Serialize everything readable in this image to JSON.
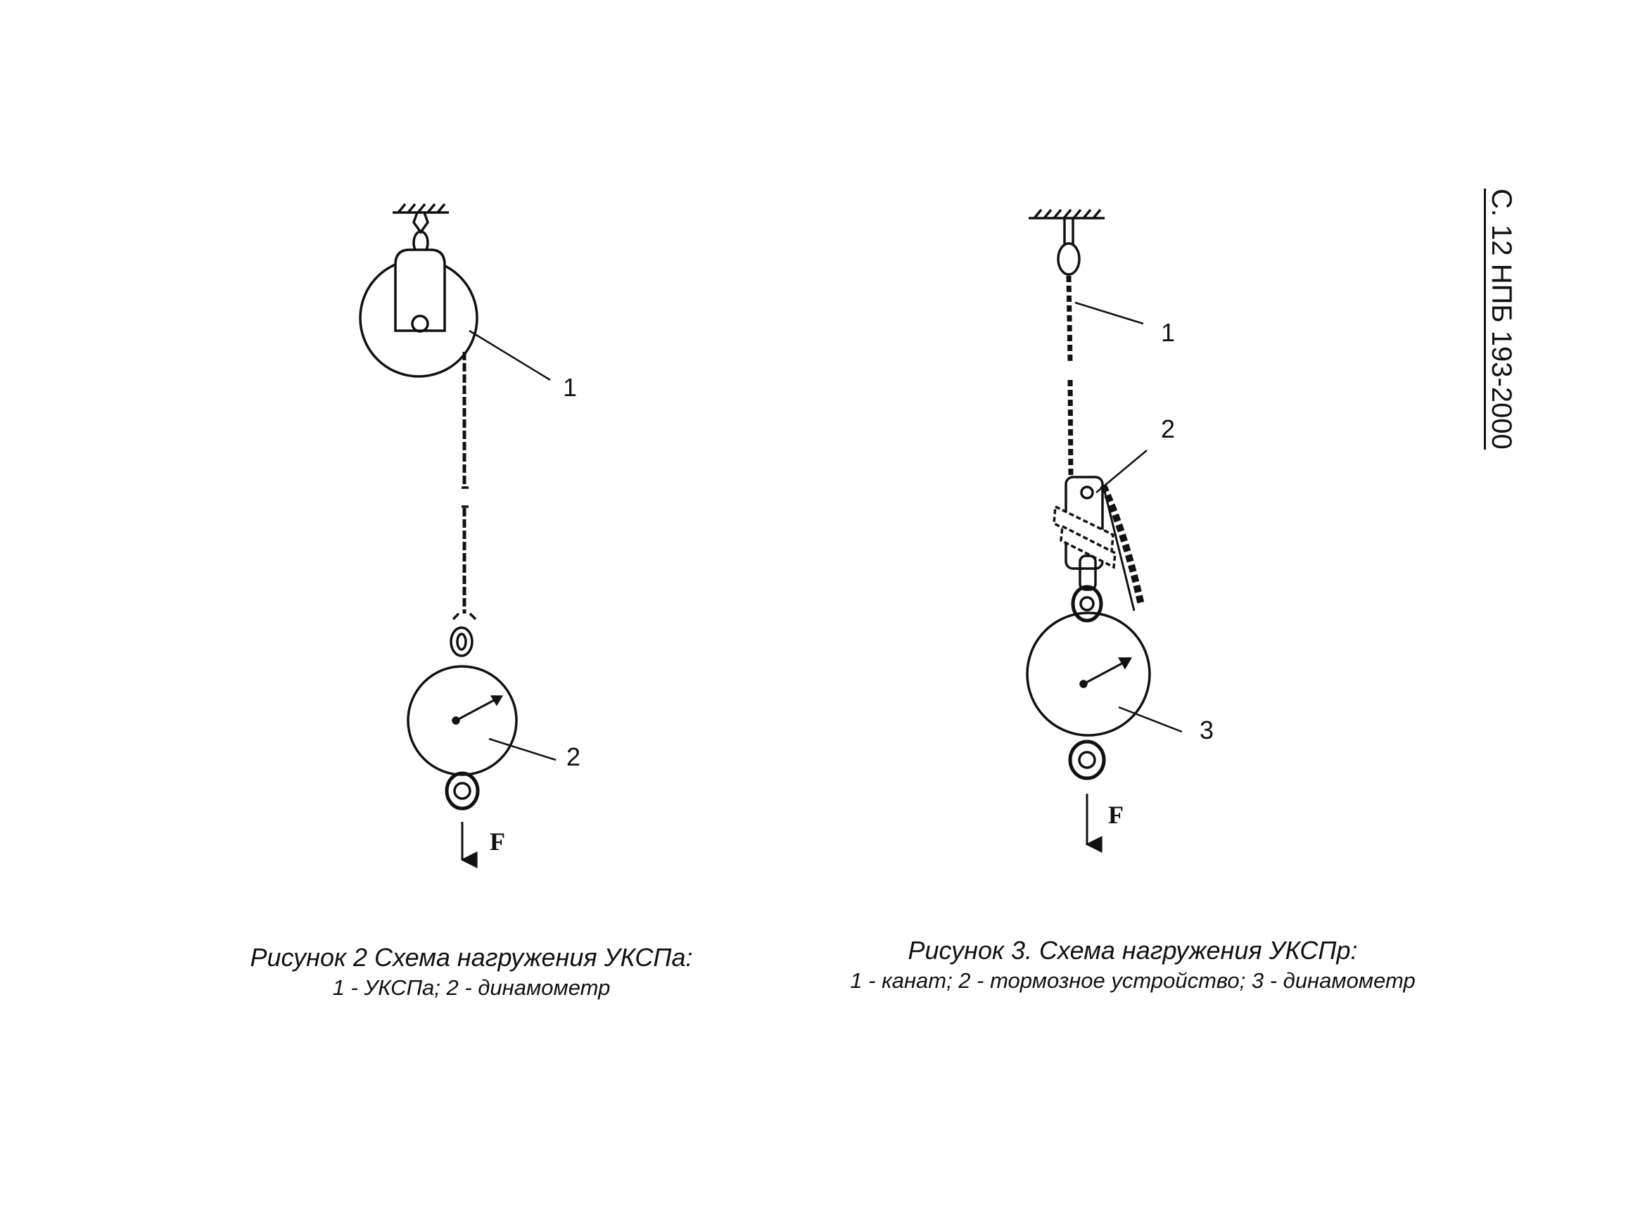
{
  "page_header": "С. 12  НПБ 193-2000",
  "figure2": {
    "callouts": [
      "1",
      "2"
    ],
    "force_label": "F",
    "caption_title": "Рисунок 2  Схема нагружения УКСПа:",
    "caption_legend": "1 - УКСПа; 2 - динамометр"
  },
  "figure3": {
    "callouts": [
      "1",
      "2",
      "3"
    ],
    "force_label": "F",
    "caption_title": "Рисунок 3. Схема нагружения УКСПр:",
    "caption_legend": "1 - канат; 2 - тормозное устройство; 3 - динамометр"
  }
}
